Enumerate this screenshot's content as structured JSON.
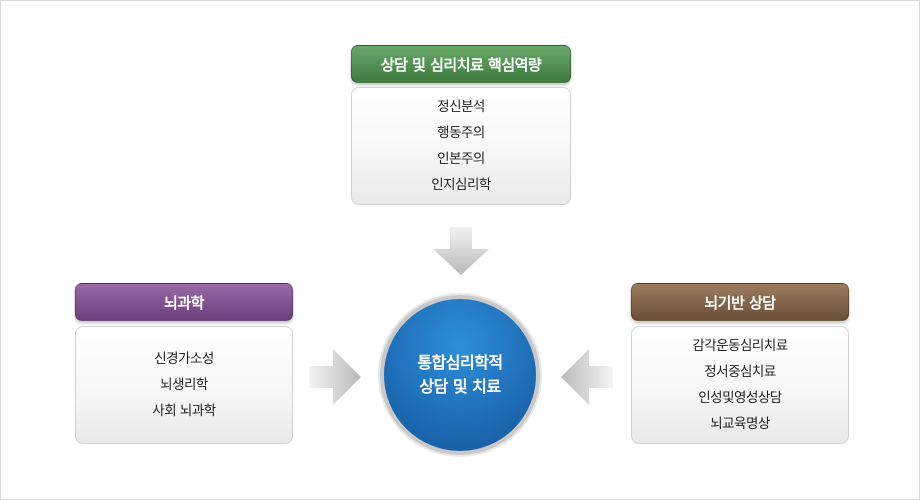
{
  "top": {
    "header": "상담 및 심리치료 핵심역량",
    "header_color": "#4f8a4f",
    "items": [
      "정신분석",
      "행동주의",
      "인본주의",
      "인지심리학"
    ]
  },
  "left": {
    "header": "뇌과학",
    "header_color": "#7a4d8a",
    "items": [
      "신경가소성",
      "뇌생리학",
      "사회 뇌과학"
    ]
  },
  "right": {
    "header": "뇌기반 상담",
    "header_color": "#7a5f45",
    "items": [
      "감각운동심리치료",
      "정서중심치료",
      "인성및영성상담",
      "뇌교육명상"
    ]
  },
  "center": {
    "line1": "통합심리학적",
    "line2": "상담 및 치료",
    "color": "#1f6fb8"
  }
}
